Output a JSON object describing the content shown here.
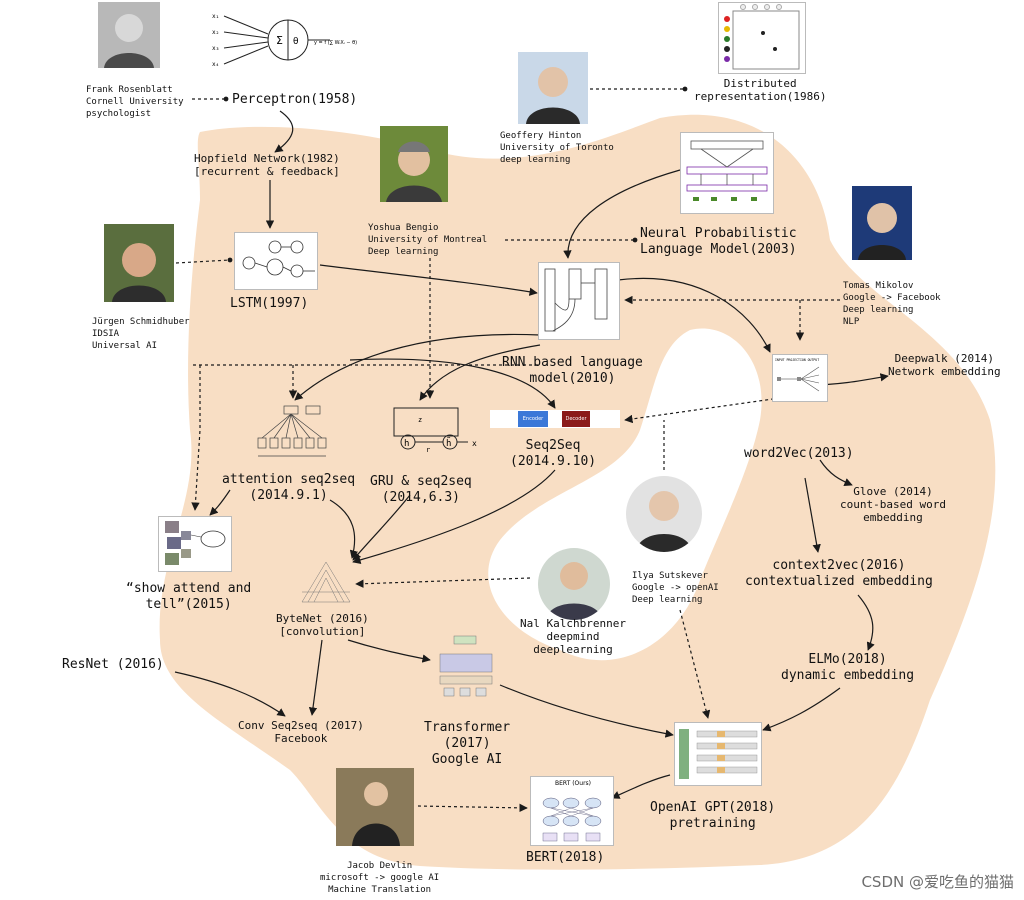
{
  "nodes": {
    "perceptron": "Perceptron(1958)",
    "hopfield": "Hopfield Network(1982)\n[recurrent & feedback]",
    "distributed": "Distributed\nrepresentation(1986)",
    "nplm": "Neural Probabilistic\nLanguage Model(2003)",
    "lstm": "LSTM(1997)",
    "rnnlm": "RNN based language\nmodel(2010)",
    "deepwalk": "Deepwalk (2014)\nNetwork embedding",
    "attention": "attention seq2seq\n(2014.9.1)",
    "gru": "GRU & seq2seq\n(2014,6.3)",
    "seq2seq": "Seq2Seq\n(2014.9.10)",
    "word2vec": "word2Vec(2013)",
    "glove": "Glove (2014)\ncount-based word\nembedding",
    "show_attend": "“show attend and\ntell”(2015)",
    "context2vec": "context2vec(2016)\ncontextualized embedding",
    "bytenet": "ByteNet (2016)\n[convolution]",
    "resnet": "ResNet (2016)",
    "elmo": "ELMo(2018)\ndynamic embedding",
    "conv_seq2seq": "Conv Seq2seq (2017)\nFacebook",
    "transformer": "Transformer\n(2017)\nGoogle AI",
    "gpt": "OpenAI GPT(2018)\npretraining",
    "bert": "BERT(2018)"
  },
  "people": {
    "rosenblatt": "Frank Rosenblatt\nCornell University\npsychologist",
    "hinton": "Geoffery Hinton\nUniversity of Toronto\ndeep learning",
    "bengio": "Yoshua Bengio\nUniversity of Montreal\nDeep learning",
    "schmidhuber": "Jürgen Schmidhuber\nIDSIA\nUniversal AI",
    "mikolov": "Tomas Mikolov\nGoogle -> Facebook\nDeep learning\nNLP",
    "sutskever": "Ilya Sutskever\nGoogle -> openAI\nDeep learning",
    "kalchbrenner": "Nal Kalchbrenner\ndeepmind\ndeeplearning",
    "devlin": "Jacob Devlin\nmicrosoft -> google AI\nMachine Translation"
  },
  "figure_text": {
    "perceptron_formula": "y = f (∑ WᵢXᵢ − θ)",
    "seq2seq_encoder": "Encoder",
    "seq2seq_decoder": "Decoder",
    "bert_title": "BERT (Ours)",
    "word2vec_labels": "INPUT  PROJECTION  OUTPUT",
    "gru_h": "h",
    "gru_htilde": "h̃",
    "gru_x": "x",
    "gru_z": "z",
    "gru_r": "r"
  },
  "watermark": "CSDN @爱吃鱼的猫猫",
  "colors": {
    "region_fill": "#f8dec4",
    "arrow": "#1a1a1a",
    "encoder": "#3b78d8",
    "decoder": "#8b1a1a"
  }
}
